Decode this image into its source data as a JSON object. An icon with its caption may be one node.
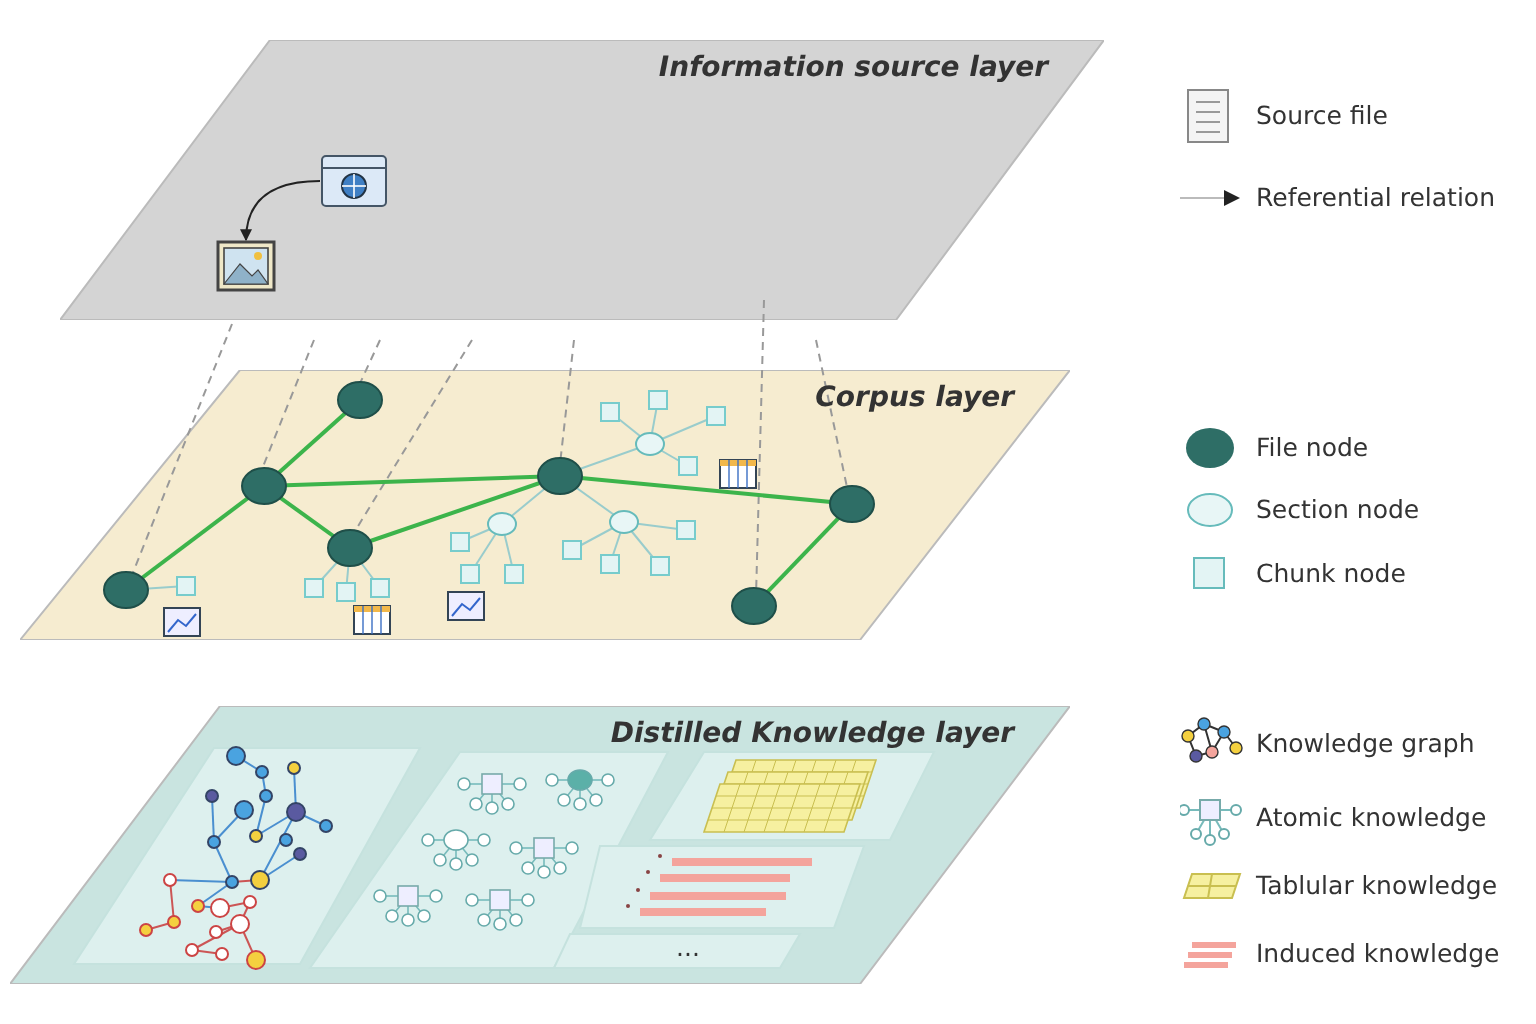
{
  "diagram": {
    "nodes": [
      {
        "text": [
          "Information source layer"
        ]
      },
      {
        "text": [
          "Corpus layer"
        ]
      },
      {
        "text": [
          "Distilled Knowledge layer"
        ]
      },
      {
        "text": [],
        "shape": "picture",
        "in": 0
      },
      {
        "text": [],
        "shape": "picture",
        "in": 0
      }
    ],
    "edges": [
      {
        "from": 3,
        "to": 4,
        "arrow": "to"
      }
    ],
    "labels": [
      "..."
    ],
    "legend": [
      {
        "text": "Source file"
      },
      {
        "text": "Referential relation"
      },
      {
        "text": "File node"
      },
      {
        "text": "Section node"
      },
      {
        "text": "Chunk node"
      },
      {
        "text": "Knowledge graph"
      },
      {
        "text": "Atomic knowledge"
      },
      {
        "text": "Tablular knowledge"
      },
      {
        "text": "Induced knowledge"
      }
    ]
  }
}
